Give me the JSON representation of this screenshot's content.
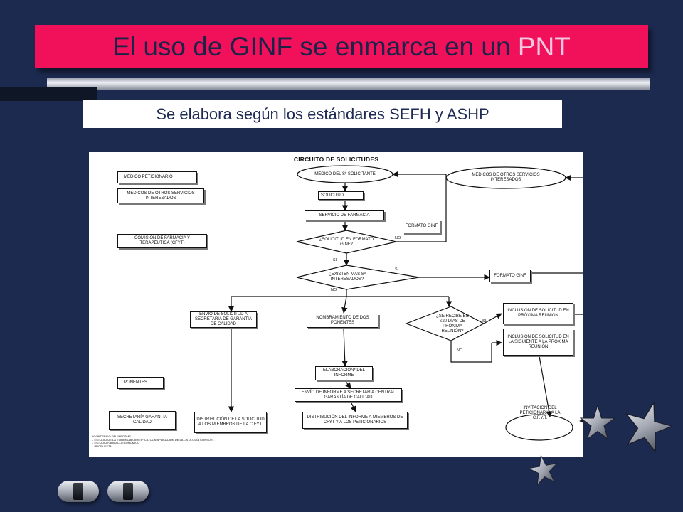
{
  "slide": {
    "title_prefix": "El uso de GINF se enmarca en un ",
    "title_highlight": "PNT",
    "subtitle": "Se elabora según los estándares SEFH y ASHP"
  },
  "diagram": {
    "title": "CIRCUITO DE SOLICITUDES",
    "legend": {
      "medico_peticionario": "MÉDICO PETICIONARIO",
      "medicos_otros": "MÉDICOS DE OTROS SERVICIOS INTERESADOS",
      "comision": "COMISIÓN DE FARMACIA Y TERAPÉUTICA (CFYT)",
      "ponentes": "PONENTES",
      "secretaria": "SECRETARÍA GARANTÍA CALIDAD"
    },
    "flow": {
      "medico_solicitante": "MÉDICO DEL Sº SOLICITANTE",
      "medicos_otros_top": "MÉDICOS DE OTROS SERVICIOS INTERESADOS",
      "solicitud": "SOLICITUD",
      "servicio_farmacia": "SERVICIO DE FARMACIA",
      "formato_ginf_1": "FORMATO GINF",
      "decision_formato": "¿SOLICITUD EN FORMATO GINF?",
      "decision_mas": "¿EXISTEN MÁS Sº INTERESADOS?",
      "formato_ginf_2": "FORMATO GINF",
      "envio_solicitud": "ENVÍO DE SOLICITUD A SECRETARÍA DE GARANTÍA DE CALIDAD",
      "nombramiento": "NOMBRAMIENTO DE DOS PONENTES",
      "decision_recibe": "¿SE RECIBE EN ≤20 DÍAS DE PRÓXIMA REUNIÓN?",
      "inclusion_proxima": "INCLUSIÓN DE SOLICITUD EN PRÓXIMA REUNIÓN",
      "inclusion_siguiente": "INCLUSIÓN DE SOLICITUD EN LA SIGUIENTE A LA PRÓXIMA REUNIÓN",
      "elaboracion": "ELABORACIÓN* DEL INFORME",
      "envio_informe": "ENVÍO DE INFORME A SECRETARÍA CENTRAL GARANTÍA DE CALIDAD",
      "distribucion_solicitud": "DISTRIBUCIÓN DE LA SOLICITUD A LOS MIEMBROS DE LA C.FYT.",
      "distribucion_informe": "DISTRIBUCIÓN DEL INFORME A MIEMBROS DE CFYT Y A LOS PETICIONARIOS",
      "invitacion": "INVITACIÓN DEL PETICIONARIO A LA C.F.Y.T."
    },
    "branch_labels": {
      "no_1": "NO",
      "si_1": "SI",
      "si_2": "SI",
      "no_2": "NO",
      "si_3": "SI",
      "no_3": "NO"
    },
    "notes": [
      "*CONTENIDO DEL INFORME",
      "- ESTUDIO DE LA EVIDENCIA CIENTÍFICA, CON APLICACIÓN DE LA LISTA-GUÍA CONSORT.",
      "- ESTUDIO FARMACOECONÓMICO",
      "- PROPUESTA"
    ]
  },
  "colors": {
    "background": "#1d2a50",
    "title_bar": "#f0115a",
    "title_text": "#1c2348",
    "title_highlight": "#f0c8e0"
  },
  "decorations": {
    "stars": [
      "star-icon",
      "star-icon",
      "star-icon"
    ],
    "nav": [
      "previous-button",
      "next-button"
    ]
  }
}
